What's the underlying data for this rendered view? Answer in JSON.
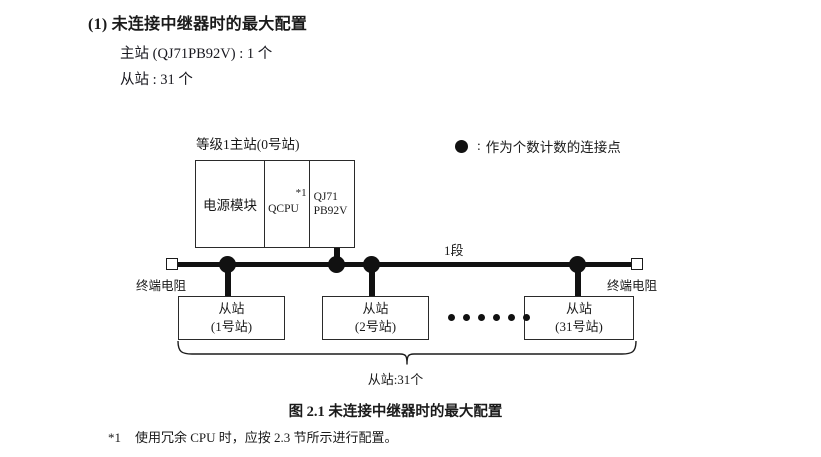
{
  "section": {
    "number": "(1)",
    "title": "未连接中继器时的最大配置",
    "lines": [
      "主站 (QJ71PB92V) : 1 个",
      "从站 : 31 个"
    ]
  },
  "legend": {
    "symbol": "filled-circle",
    "colon": ":",
    "text": "作为个数计数的连接点"
  },
  "diagram": {
    "master_label": "等级1主站(0号站)",
    "rack": {
      "power_module": "电源模块",
      "cpu": "QCPU",
      "cpu_footnote_mark": "*1",
      "network_line1": "QJ71",
      "network_line2": "PB92V"
    },
    "segment_label": "1段",
    "terminator_left": "终端电阻",
    "terminator_right": "终端电阻",
    "slaves": [
      {
        "name": "从站",
        "station": "(1号站)"
      },
      {
        "name": "从站",
        "station": "(2号站)"
      },
      {
        "name": "从站",
        "station": "(31号站)"
      }
    ],
    "ellipsis_count": 6,
    "brace_caption": "从站:31个"
  },
  "figure_caption": "图 2.1  未连接中继器时的最大配置",
  "footnote": {
    "mark": "*1",
    "text": "使用冗余 CPU 时，应按 2.3 节所示进行配置。"
  },
  "colors": {
    "ink": "#1a1a1a",
    "line": "#111111",
    "box_border": "#2a2a2a",
    "background": "#ffffff"
  }
}
